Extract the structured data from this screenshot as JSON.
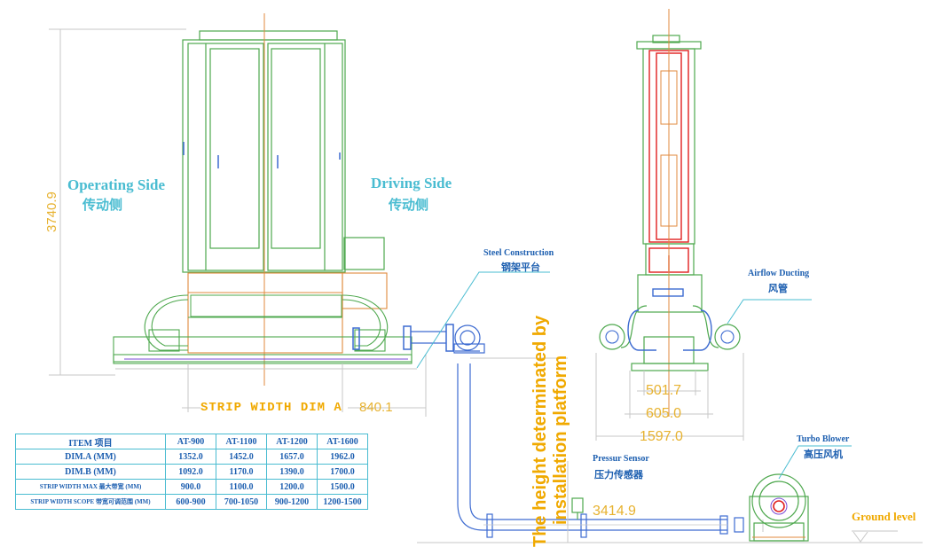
{
  "labels": {
    "operating_side_en": "Operating Side",
    "operating_side_cn": "传动侧",
    "driving_side_en": "Driving Side",
    "driving_side_cn": "传动侧",
    "steel_construction_en": "Steel Construction",
    "steel_construction_cn": "钢架平台",
    "airflow_ducting_en": "Airflow Ducting",
    "airflow_ducting_cn": "风管",
    "pressure_sensor_en": "Pressur Sensor",
    "pressure_sensor_cn": "压力传感器",
    "turbo_blower_en": "Turbo Blower",
    "turbo_blower_cn": "高压风机",
    "ground_level": "Ground level",
    "height_note_line1": "The height determinated by",
    "height_note_line2": "installation platform",
    "strip_width_dim": "STRIP WIDTH DIM A"
  },
  "dimensions": {
    "height": "3740.9",
    "strip_offset": "840.1",
    "width_inner": "501.7",
    "width_mid": "605.0",
    "width_outer": "1597.0",
    "pipe_length": "3414.9"
  },
  "table": {
    "header": [
      "ITEM 项目",
      "AT-900",
      "AT-1100",
      "AT-1200",
      "AT-1600"
    ],
    "rows": [
      [
        "DIM.A    (MM)",
        "1352.0",
        "1452.0",
        "1657.0",
        "1962.0"
      ],
      [
        "DIM.B    (MM)",
        "1092.0",
        "1170.0",
        "1390.0",
        "1700.0"
      ],
      [
        "STRIP WIDTH MAX 最大带宽 (MM)",
        "900.0",
        "1100.0",
        "1200.0",
        "1500.0"
      ],
      [
        "STRIP WIDTH SCOPE 带宽可调范围 (MM)",
        "600-900",
        "700-1050",
        "900-1200",
        "1200-1500"
      ]
    ]
  },
  "colors": {
    "frame": "#4ea84e",
    "label_cyan": "#49bcd1",
    "label_blue": "#1d5fb0",
    "dimension": "#e7b230",
    "accent_red": "#e02020"
  }
}
